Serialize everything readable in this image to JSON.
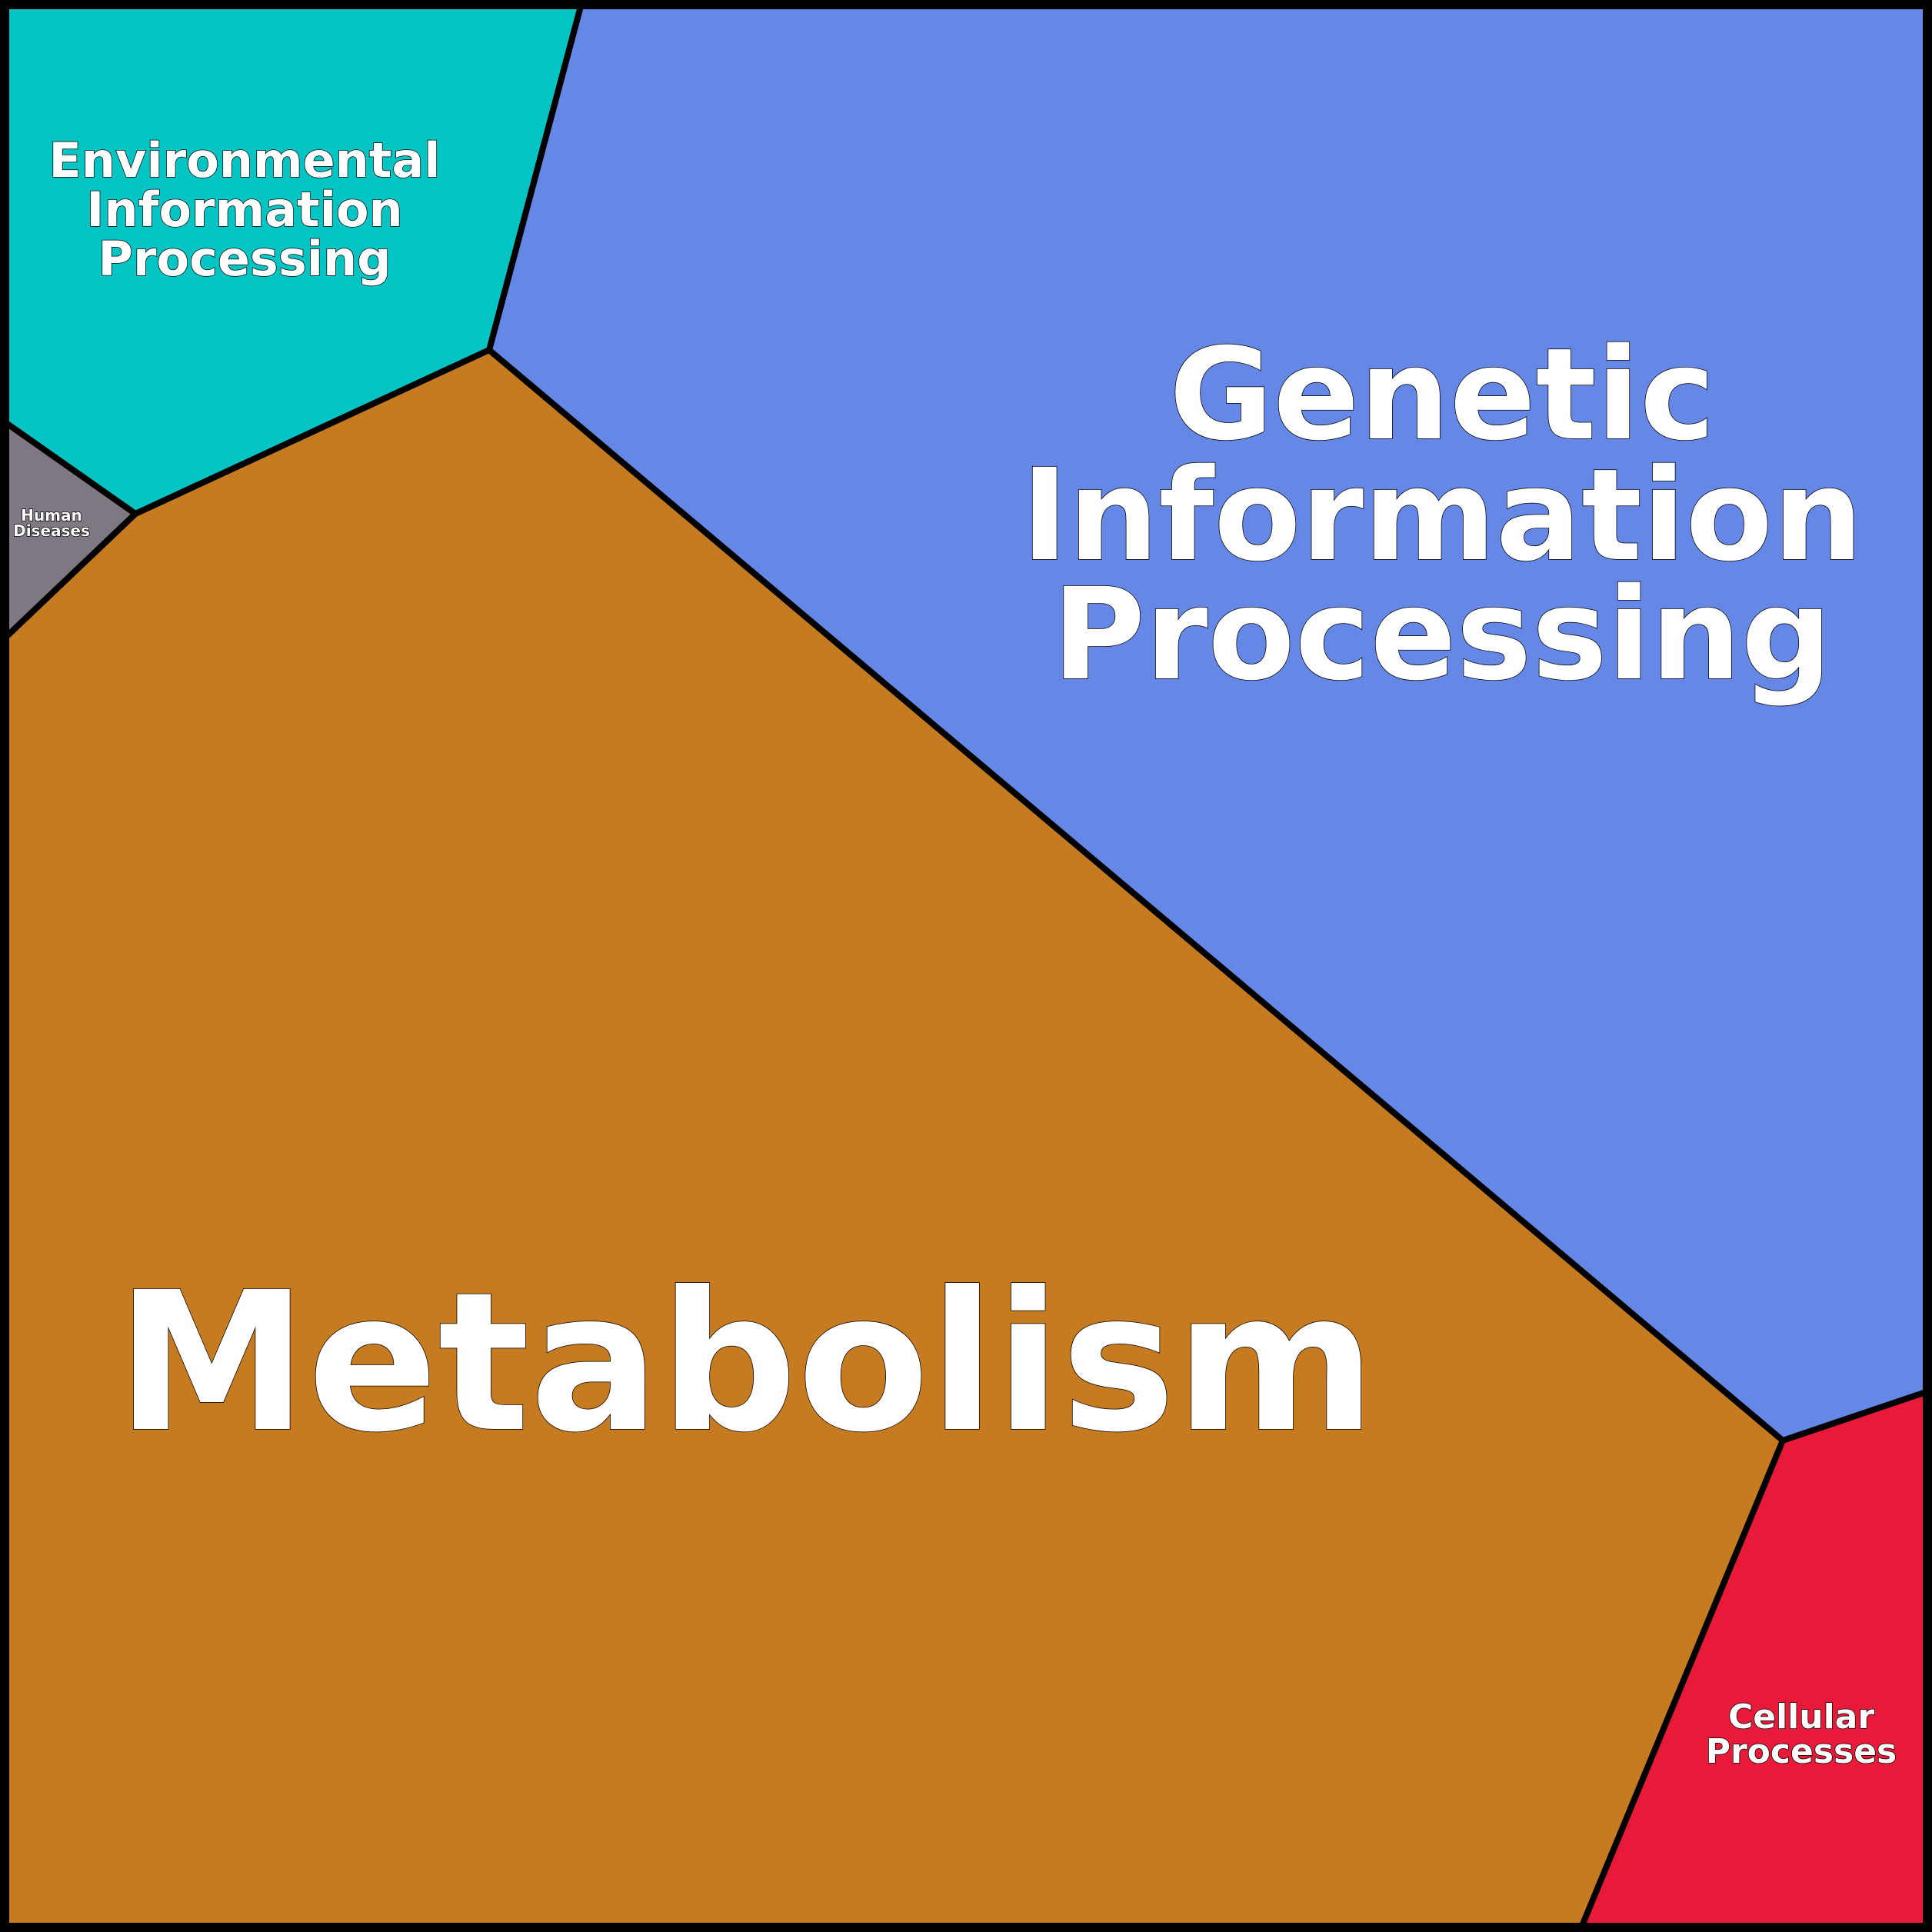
{
  "chart_data": {
    "type": "voronoi-treemap",
    "title": "",
    "regions": [
      {
        "name": "Metabolism",
        "label_lines": [
          "Metabolism"
        ],
        "color": "#C67B21"
      },
      {
        "name": "Genetic Information Processing",
        "label_lines": [
          "Genetic",
          "Information",
          "Processing"
        ],
        "color": "#6587E6"
      },
      {
        "name": "Environmental Information Processing",
        "label_lines": [
          "Environmental",
          "Information",
          "Processing"
        ],
        "color": "#05C5C4"
      },
      {
        "name": "Cellular Processes",
        "label_lines": [
          "Cellular",
          "Processes"
        ],
        "color": "#E91A39"
      },
      {
        "name": "Human Diseases",
        "label_lines": [
          "Human",
          "Diseases"
        ],
        "color": "#7F7883"
      }
    ]
  }
}
